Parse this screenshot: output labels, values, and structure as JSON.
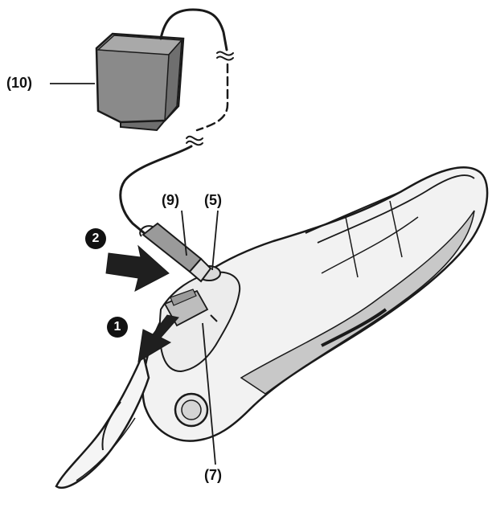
{
  "callouts": {
    "charger": "(10)",
    "plug": "(9)",
    "port": "(5)",
    "indicator": "(7)"
  },
  "steps": {
    "first": "1",
    "second": "2"
  },
  "colors": {
    "line": "#1a1a1a",
    "charger_body": "#8a8a8a",
    "tool_body": "#f2f2f2",
    "tool_shade": "#c8c8c8",
    "arrow": "#1f1f1f",
    "background": "#ffffff"
  }
}
